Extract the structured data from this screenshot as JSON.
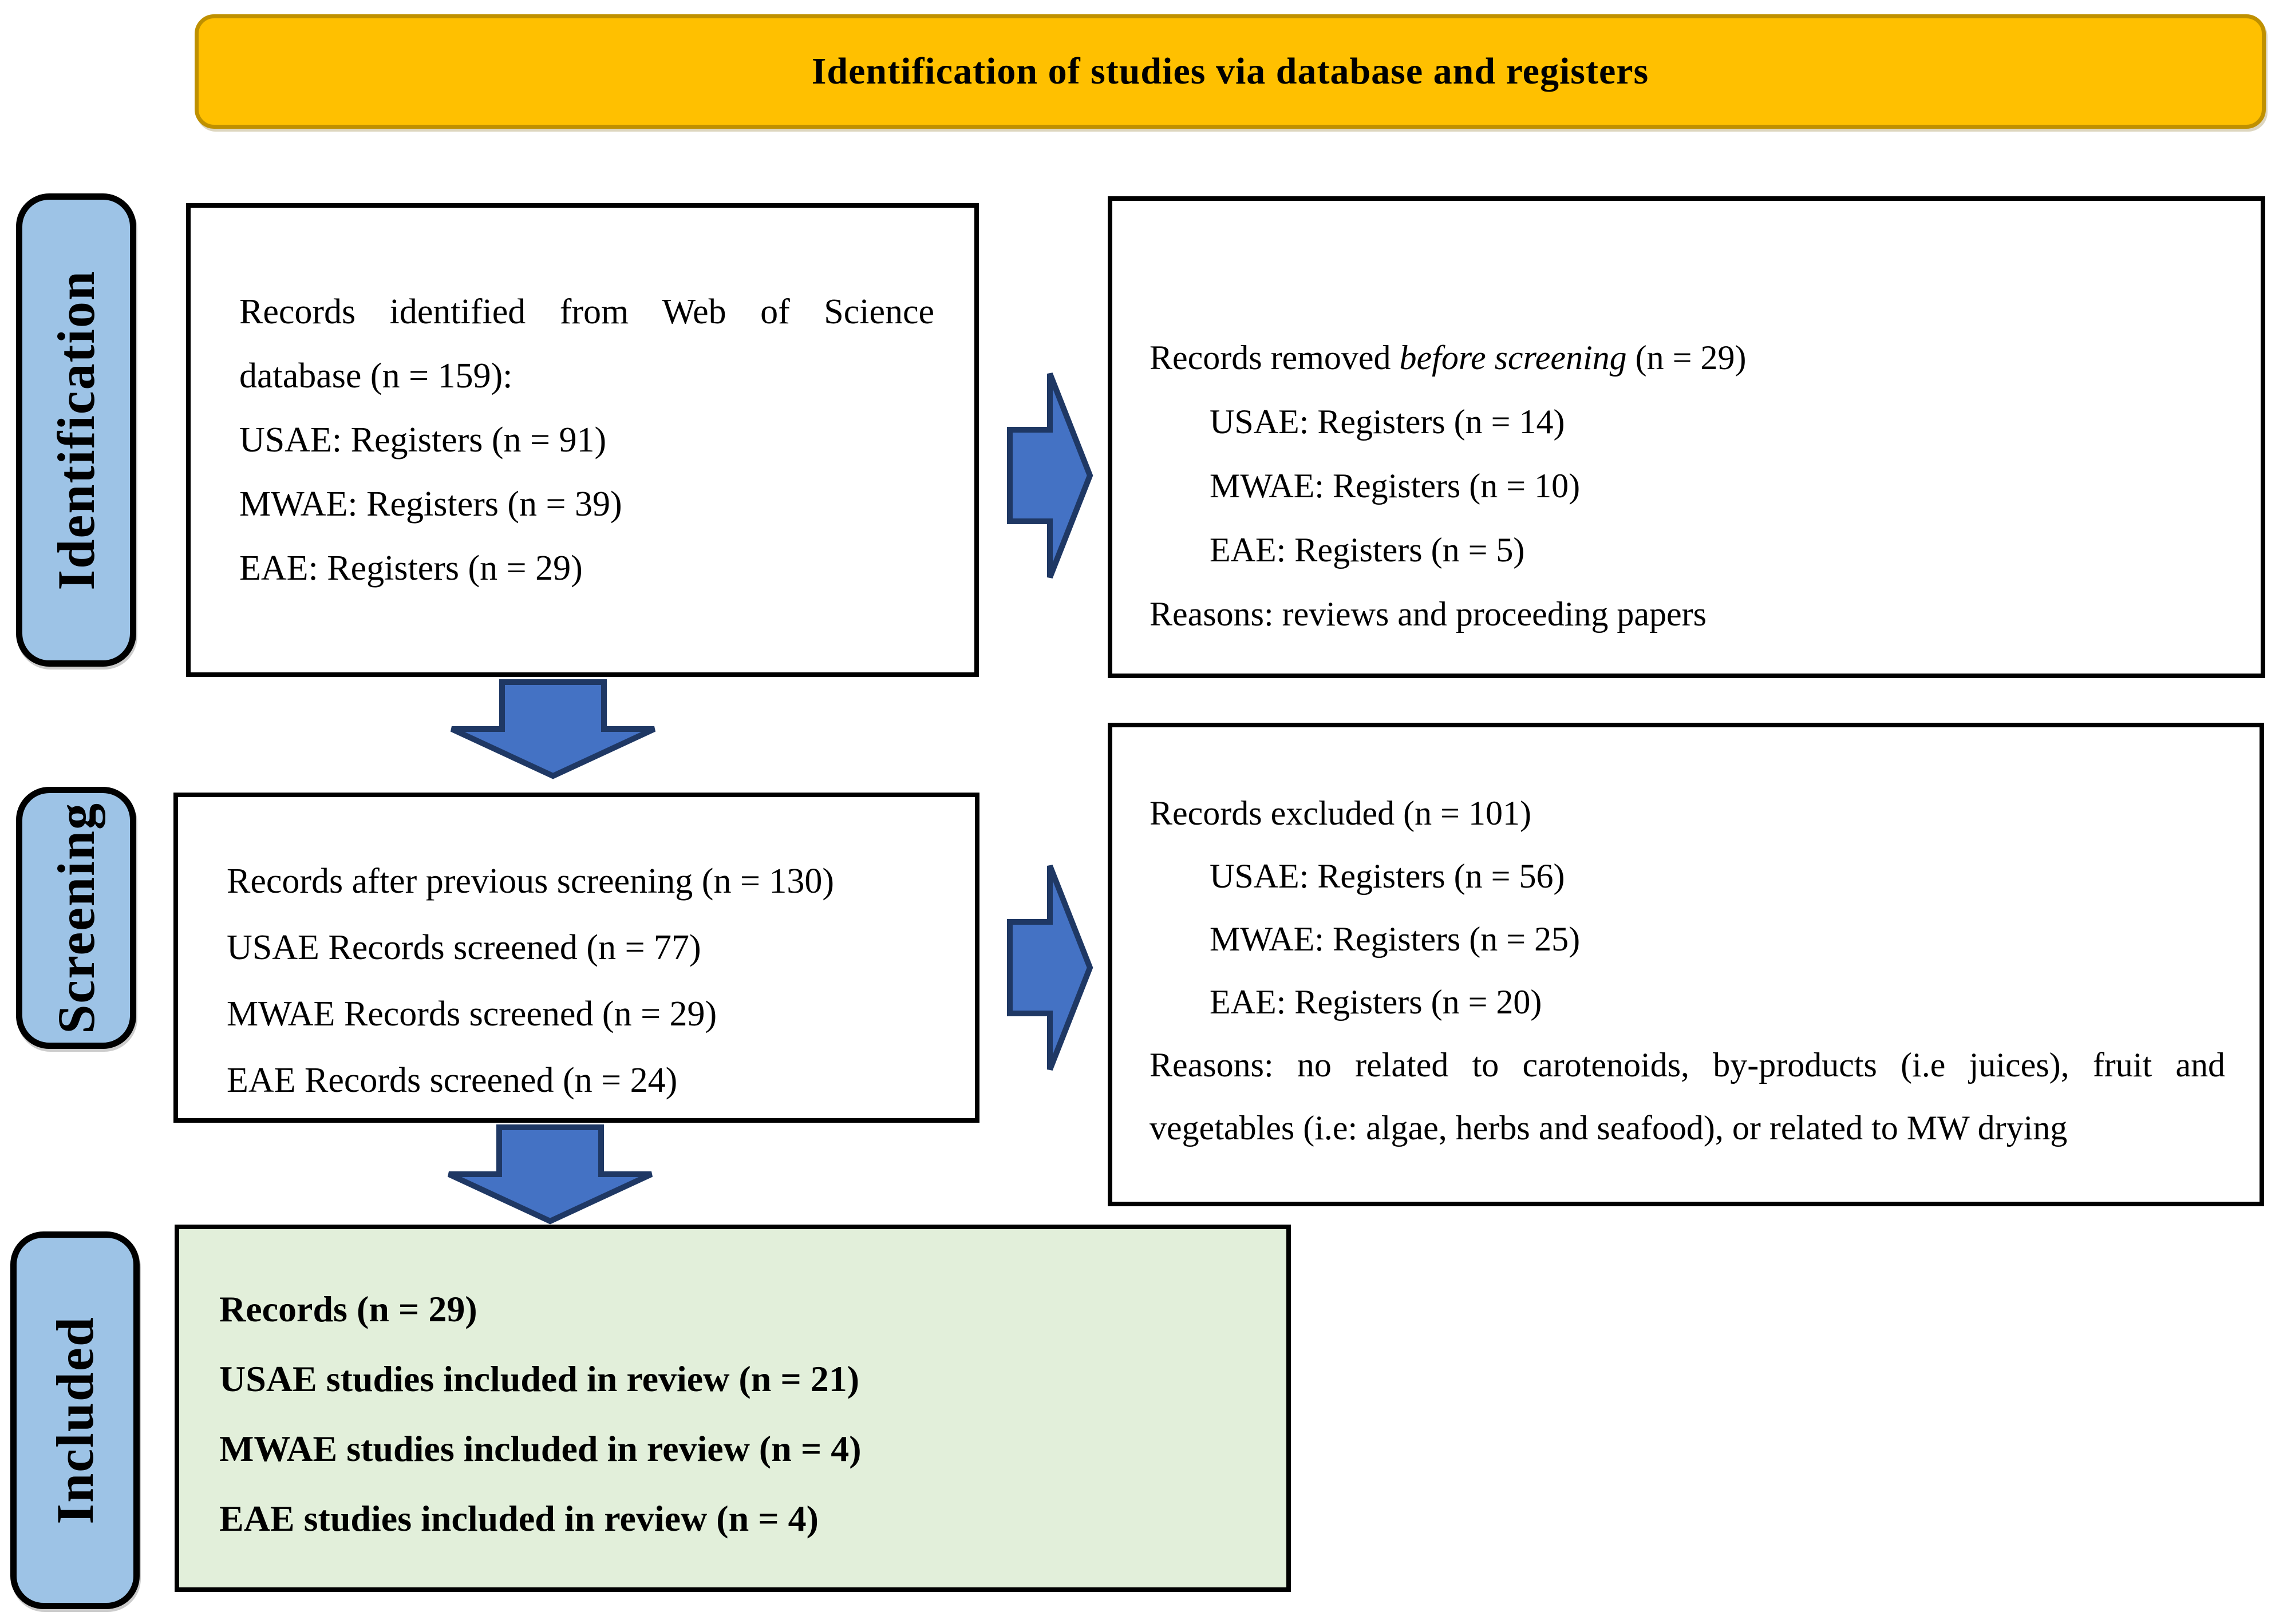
{
  "header": {
    "title": "Identification of studies via database and registers"
  },
  "sidebar": {
    "identification": "Identification",
    "screening": "Screening",
    "included": "Included"
  },
  "boxes": {
    "identified": {
      "p1": "Records identified from Web of Science database (n = 159):",
      "l1": "USAE: Registers (n = 91)",
      "l2": "MWAE: Registers (n = 39)",
      "l3": "EAE: Registers (n = 29)"
    },
    "removed": {
      "l1a": "Records removed ",
      "l1b": "before screening",
      "l1c": " (n = 29)",
      "l2": "USAE: Registers (n = 14)",
      "l3": "MWAE: Registers (n = 10)",
      "l4": "EAE: Registers (n = 5)",
      "l5": "Reasons: reviews and proceeding papers"
    },
    "screened": {
      "l1": "Records after previous screening (n = 130)",
      "l2": "USAE Records screened (n = 77)",
      "l3": "MWAE Records screened (n = 29)",
      "l4": "EAE Records screened (n = 24)"
    },
    "excluded": {
      "l1": "Records excluded (n = 101)",
      "l2": "USAE: Registers (n = 56)",
      "l3": "MWAE: Registers (n = 25)",
      "l4": "EAE: Registers (n = 20)",
      "p2": "Reasons: no related to carotenoids, by-products (i.e juices), fruit and vegetables (i.e: algae, herbs and seafood), or related to MW drying"
    },
    "included": {
      "l1": "Records (n = 29)",
      "l2": "USAE studies included in review (n = 21)",
      "l3": "MWAE studies included in review (n = 4)",
      "l4": "EAE studies included in review (n = 4)"
    }
  },
  "colors": {
    "header_fill": "#FFC000",
    "header_border": "#BF9000",
    "stage_fill": "#9DC3E6",
    "included_fill": "#E2EFDA",
    "arrow_fill": "#4472C4",
    "arrow_border": "#1F3864"
  }
}
